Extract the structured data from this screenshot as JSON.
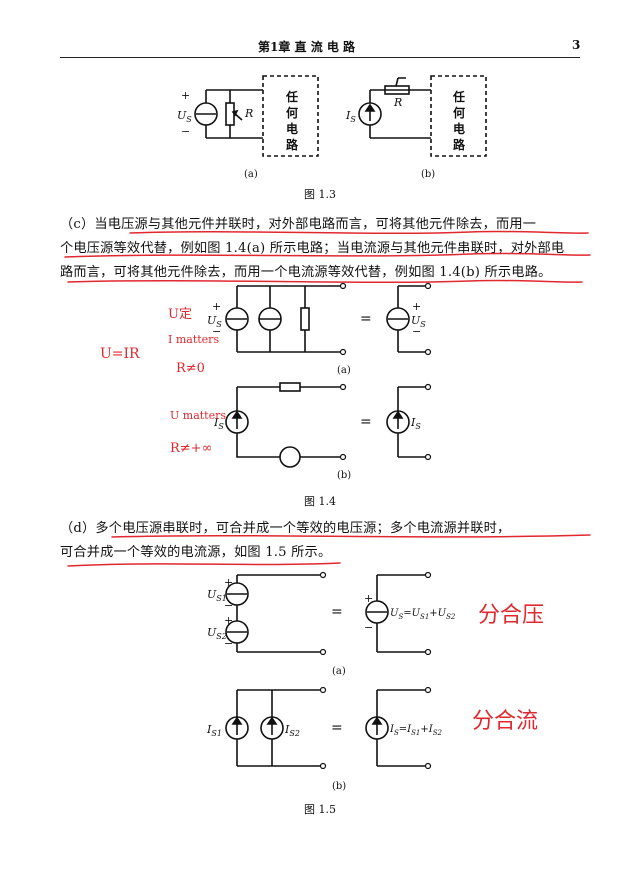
{
  "header": {
    "chapter": "第1章  直 流 电 路",
    "page": "3"
  },
  "fig13": {
    "us": "U",
    "us_sub": "S",
    "is": "I",
    "is_sub": "S",
    "r": "R",
    "box": [
      "任",
      "何",
      "电",
      "路"
    ],
    "sub_a": "(a)",
    "sub_b": "(b)",
    "caption": "图 1.3",
    "plus": "+",
    "minus": "−"
  },
  "para_c": {
    "line1": "（c）当电压源与其他元件并联时，对外部电路而言，可将其他元件除去，而用一",
    "line2": "个电压源等效代替，例如图 1.4(a) 所示电路；当电流源与其他元件串联时，对外部电",
    "line3": "路而言，可将其他元件除去，而用一个电流源等效代替，例如图 1.4(b) 所示电路。"
  },
  "fig14": {
    "us": "U",
    "us_sub": "S",
    "is": "I",
    "is_sub": "S",
    "eq": "=",
    "sub_a": "(a)",
    "sub_b": "(b)",
    "caption": "图 1.4"
  },
  "para_d": {
    "line1": "（d）多个电压源串联时，可合并成一个等效的电压源；多个电流源并联时，",
    "line2": "可合并成一个等效的电流源，如图 1.5 所示。"
  },
  "fig15": {
    "us1": "U",
    "us1_sub": "S1",
    "us2": "U",
    "us2_sub": "S2",
    "us_eq": "U",
    "us_eq_sub": "S",
    "us_eq_rhs": "=U",
    "us_eq_rhs_sub1": "S1",
    "us_eq_plus": "+U",
    "us_eq_rhs_sub2": "S2",
    "is1": "I",
    "is1_sub": "S1",
    "is2": "I",
    "is2_sub": "S2",
    "is_eq": "I",
    "is_eq_sub": "S",
    "is_eq_rhs": "=I",
    "is_eq_rhs_sub1": "S1",
    "is_eq_plus": "+I",
    "is_eq_rhs_sub2": "S2",
    "eq": "=",
    "sub_a": "(a)",
    "sub_b": "(b)",
    "caption": "图 1.5"
  },
  "handwriting": {
    "color": "#e0282f",
    "n1": "U定",
    "n2": "I matters",
    "n3": "R≠0",
    "n4": "U=IR",
    "n5": "U matters",
    "n6": "R≠+∞",
    "n7": "分合压",
    "n8": "分合流"
  }
}
